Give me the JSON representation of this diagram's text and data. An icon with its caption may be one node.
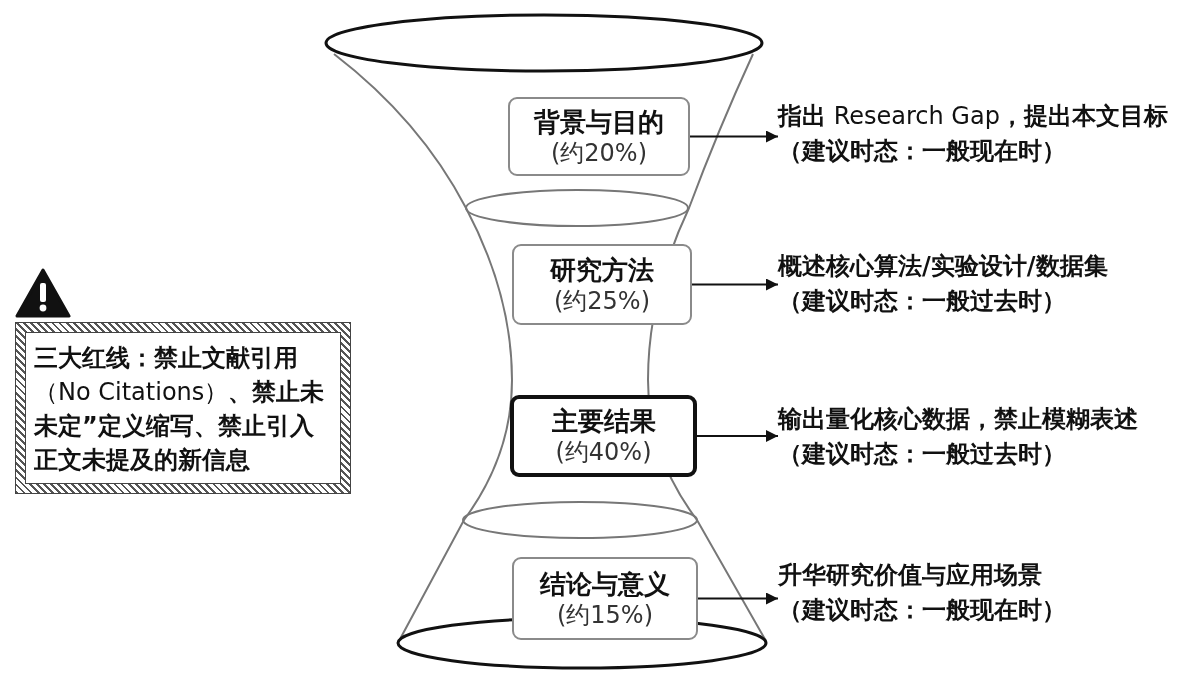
{
  "diagram": {
    "nodes": [
      {
        "text": [
          "背景与目的",
          "(约20%)"
        ]
      },
      {
        "text": [
          "**指出** Research Gap**，提出本文目标**",
          "（建议时态：一般现在时）"
        ]
      },
      {
        "text": [
          "研究方法",
          "(约25%)"
        ]
      },
      {
        "text": [
          "概述核心算法/实验设计/数据集",
          "（建议时态：一般过去时）"
        ]
      },
      {
        "text": [
          "主要结果",
          "(约40%)"
        ]
      },
      {
        "text": [
          "输出量化核心数据，禁止模糊表述",
          "（建议时态：一般过去时）"
        ]
      },
      {
        "text": [
          "结论与意义",
          "(约15%)"
        ]
      },
      {
        "text": [
          "升华研究价值与应用场景",
          "（建议时态：一般现在时）"
        ]
      },
      {
        "text": [
          "**三大红线：禁止文献引用**（No Citations）**、禁止未未定”定义缩写、禁止引入正文未提及的新信息**"
        ]
      }
    ],
    "edges": [
      {
        "from": 0,
        "to": 1,
        "arrow": "to"
      },
      {
        "from": 2,
        "to": 3,
        "arrow": "to"
      },
      {
        "from": 4,
        "to": 5,
        "arrow": "to"
      },
      {
        "from": 6,
        "to": 7,
        "arrow": "to"
      }
    ]
  }
}
